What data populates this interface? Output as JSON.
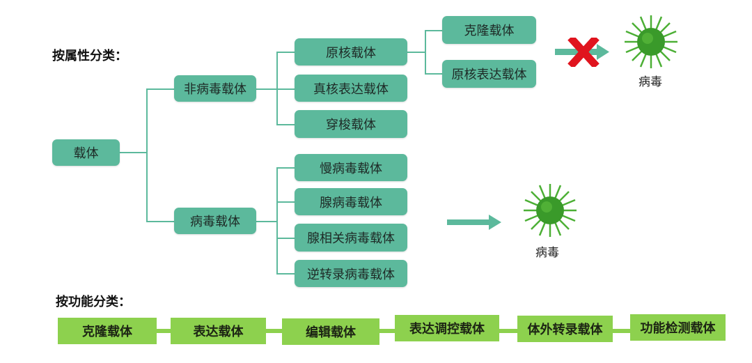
{
  "attribute_section": {
    "title": "按属性分类：",
    "root": "载体",
    "non_viral": "非病毒载体",
    "viral": "病毒载体",
    "non_viral_children": [
      "原核载体",
      "真核表达载体",
      "穿梭载体"
    ],
    "prokaryotic_children": [
      "克隆载体",
      "原核表达载体"
    ],
    "viral_children": [
      "慢病毒载体",
      "腺病毒载体",
      "腺相关病毒载体",
      "逆转录病毒载体"
    ],
    "virus_label_1": "病毒",
    "virus_label_2": "病毒"
  },
  "function_section": {
    "title": "按功能分类：",
    "items": [
      "克隆载体",
      "表达载体",
      "编辑载体",
      "表达调控载体",
      "体外转录载体",
      "功能检测载体"
    ]
  },
  "colors": {
    "teal": "#5cb99c",
    "green": "#8dd14e",
    "red": "#e0141e",
    "virus": "#3a9a2a"
  }
}
